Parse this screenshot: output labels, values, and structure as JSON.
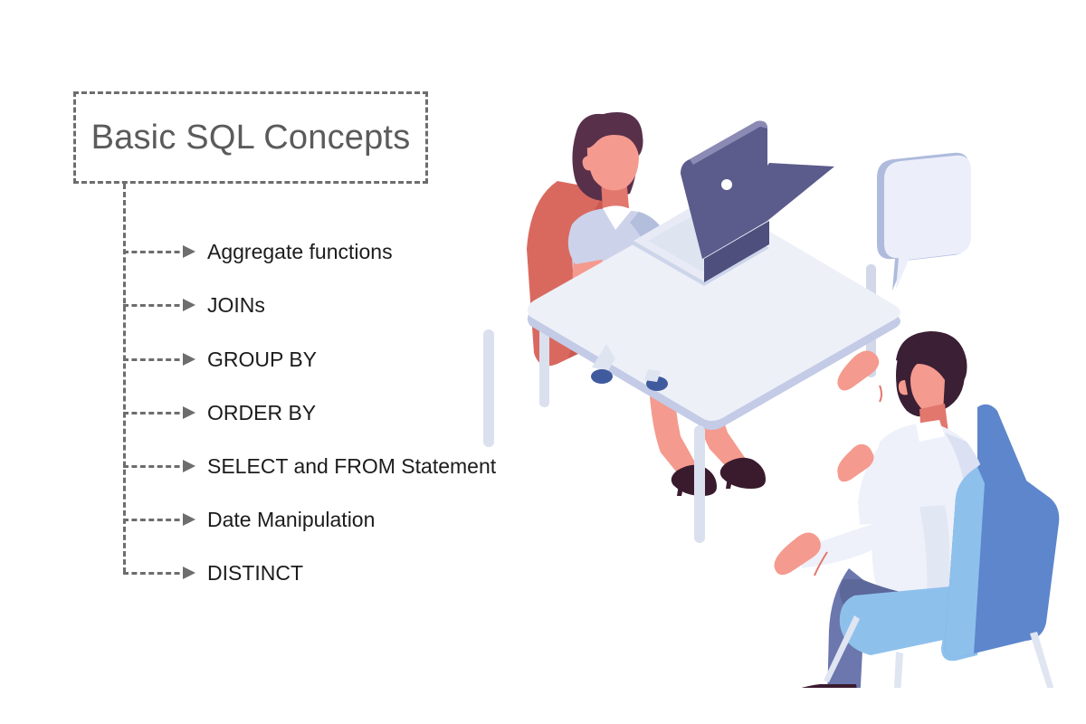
{
  "page": {
    "background_color": "#ffffff",
    "line_color": "#6d6d6d",
    "text_color": "#1c1c1c",
    "title_color": "#5b5b5b"
  },
  "diagram": {
    "title": "Basic SQL Concepts",
    "items": [
      {
        "label": "Aggregate functions"
      },
      {
        "label": "JOINs"
      },
      {
        "label": "GROUP BY"
      },
      {
        "label": "ORDER BY"
      },
      {
        "label": "SELECT and FROM Statement"
      },
      {
        "label": "Date Manipulation"
      },
      {
        "label": "DISTINCT"
      }
    ]
  },
  "illustration": {
    "description": "Isometric flat illustration of two coworkers at a desk",
    "colors": {
      "skin": "#f59a8e",
      "skin_shadow": "#e2776e",
      "hair_woman": "#58304a",
      "hair_man": "#3b1f35",
      "shirt_woman": "#ccd2ea",
      "shirt_woman_shadow": "#b3bedd",
      "shirt_man": "#eef1fa",
      "shirt_man_shadow": "#dbe1f2",
      "pants_man": "#6b77ad",
      "pants_man_shadow": "#5c679a",
      "chair_woman": "#d9695f",
      "chair_man_front": "#8ec0ec",
      "chair_man_side": "#5d86cc",
      "desk_top": "#eef0f8",
      "desk_edge": "#c3cbe6",
      "desk_leg": "#dbe0ef",
      "laptop_lid": "#5b5b8c",
      "laptop_base": "#e8ebf5",
      "laptop_logo": "#ffffff",
      "shoes": "#3a1b2e",
      "bubble_fill": "#eceffa",
      "bubble_edge": "#aebbdd"
    }
  }
}
